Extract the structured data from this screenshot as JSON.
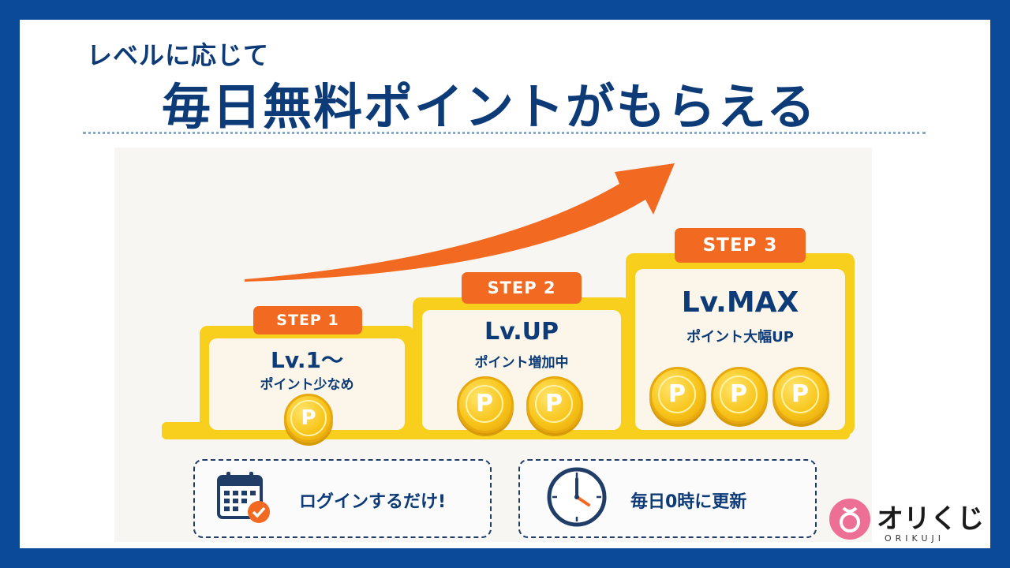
{
  "header": {
    "subtitle": "レベルに応じて",
    "title": "毎日無料ポイントがもらえる"
  },
  "steps": [
    {
      "badge": "STEP 1",
      "level": "Lv.1〜",
      "desc": "ポイント少なめ",
      "coins": 1
    },
    {
      "badge": "STEP 2",
      "level": "Lv.UP",
      "desc": "ポイント増加中",
      "coins": 2
    },
    {
      "badge": "STEP 3",
      "level": "Lv.MAX",
      "desc": "ポイント大幅UP",
      "coins": 3
    }
  ],
  "coin_label": "P",
  "info": [
    {
      "text": "ログインするだけ!",
      "icon": "calendar-check-icon"
    },
    {
      "text": "毎日0時に更新",
      "icon": "clock-icon"
    }
  ],
  "logo": {
    "text": "オリくじ",
    "sub": "ORIKUJI"
  },
  "colors": {
    "navy": "#0d3b78",
    "frame": "#0a4a98",
    "orange": "#f26a22",
    "yellow": "#f7cf1c",
    "pink": "#ee6f95"
  }
}
